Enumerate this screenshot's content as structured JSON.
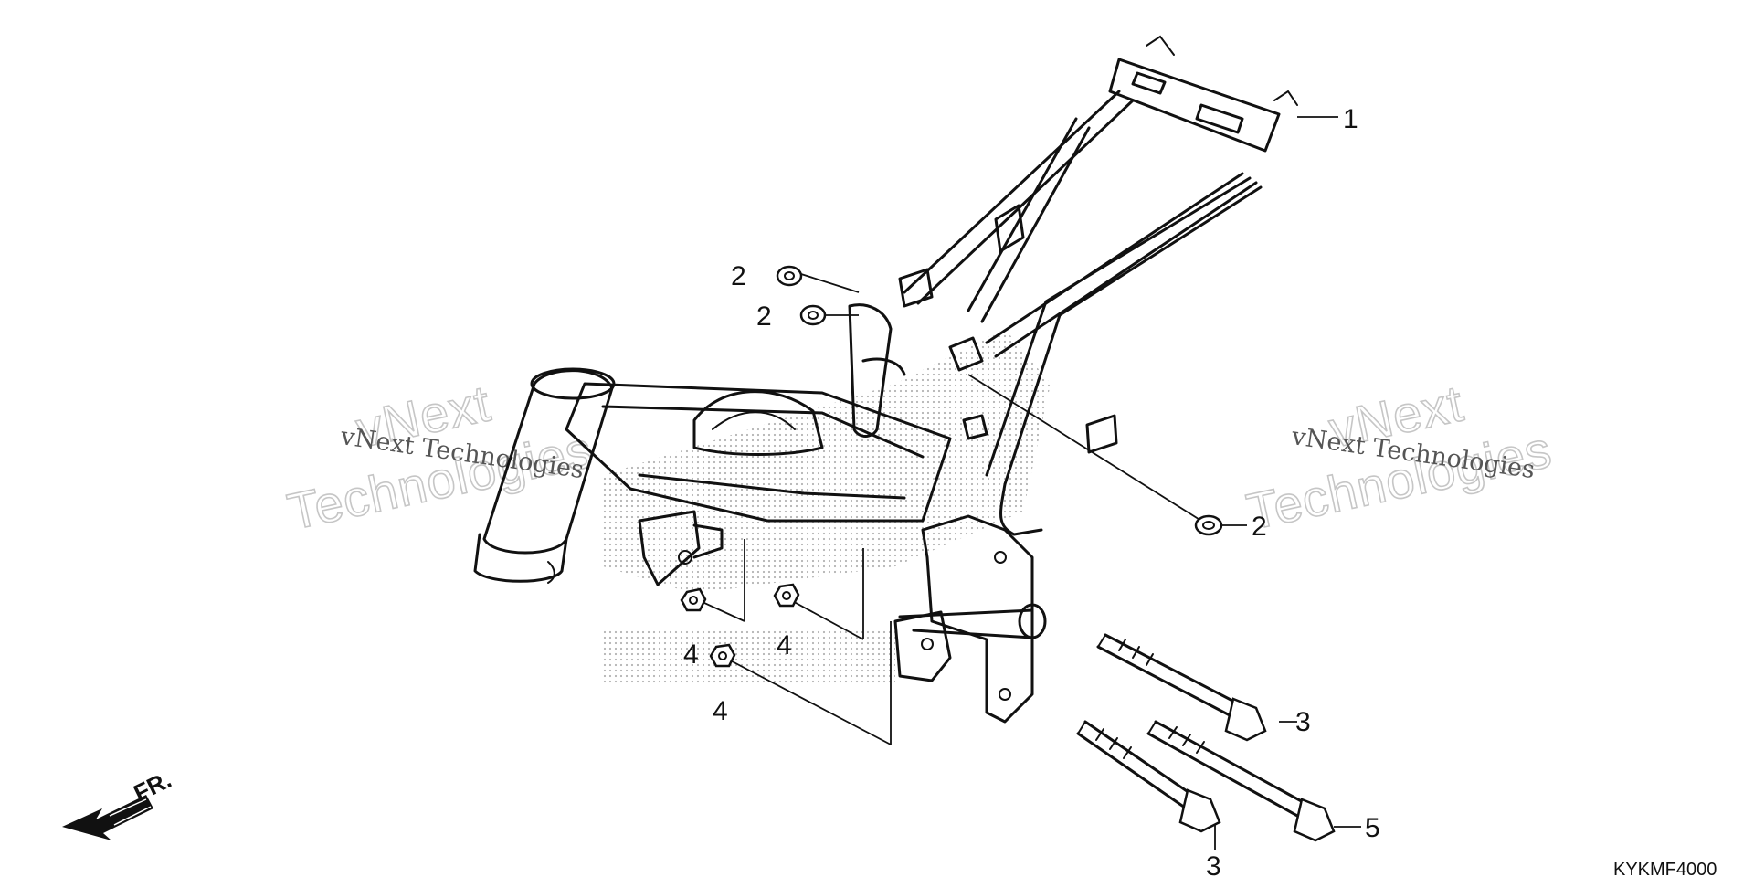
{
  "callouts": {
    "c1": "1",
    "c2a": "2",
    "c2b": "2",
    "c2c": "2",
    "c3a": "3",
    "c3b": "3",
    "c4a": "4",
    "c4b": "4",
    "c4c": "4",
    "c5": "5"
  },
  "direction_label": "FR.",
  "diagram_code": "KYKMF4000",
  "watermark": {
    "left_line": "vNext Technologies",
    "right_line": "vNext Technologies",
    "left_big_1": "vNext",
    "left_big_2": "Technologies",
    "right_big_1": "vNext",
    "right_big_2": "Technologies"
  },
  "colors": {
    "ink": "#111111",
    "watermark": "#c6c6c6",
    "background": "#ffffff"
  }
}
